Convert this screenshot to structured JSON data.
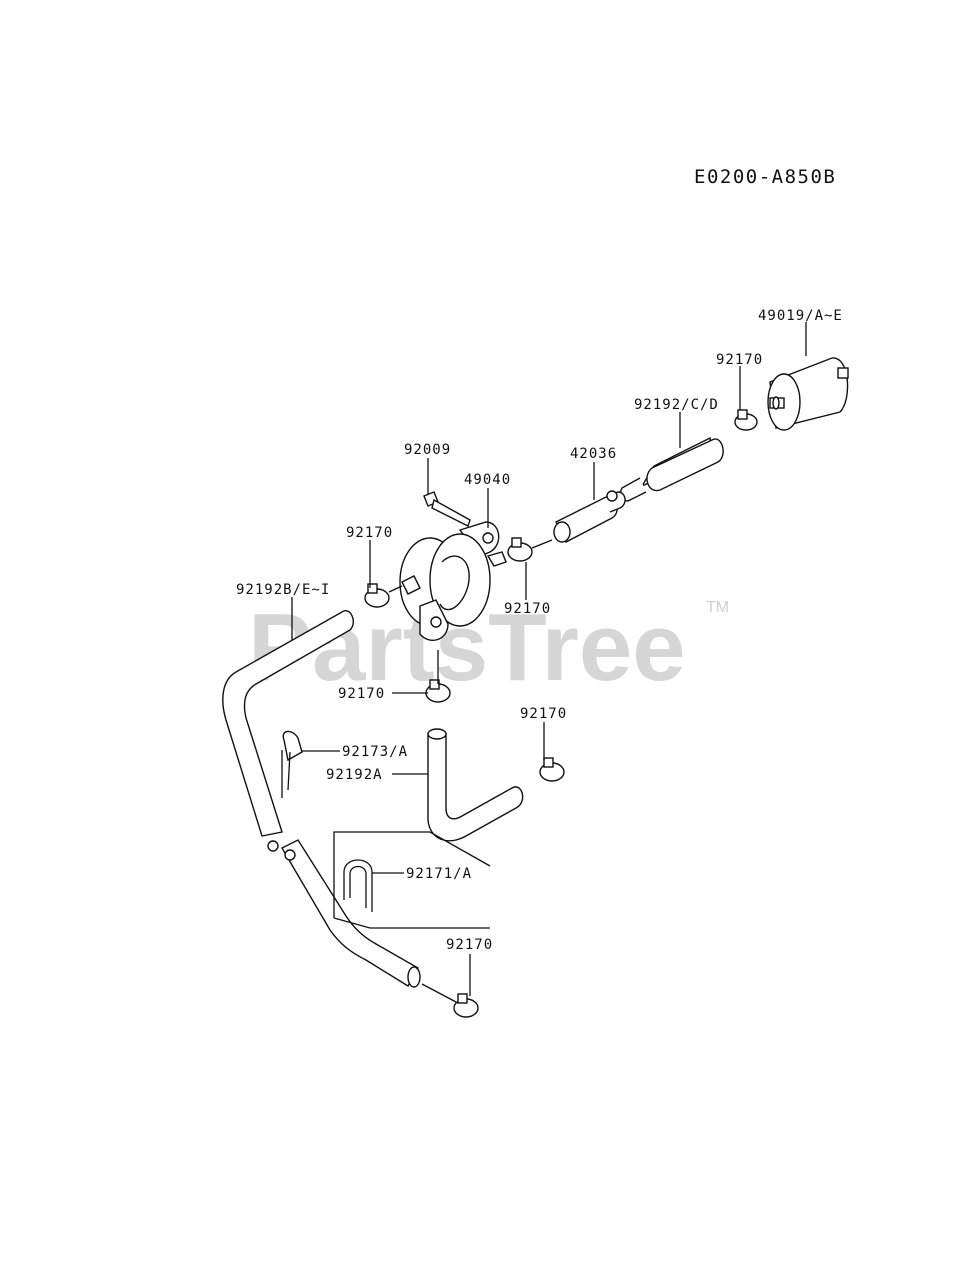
{
  "diagram_code": "E0200-A850B",
  "watermark": {
    "text": "PartsTree",
    "trademark": "TM"
  },
  "labels": {
    "filter": "49019/A~E",
    "clamp_filter": "92170",
    "hose_upper": "92192/C/D",
    "fitting": "42036",
    "bolt": "92009",
    "pump": "49040",
    "clamp_pump_left": "92170",
    "clamp_pump_right": "92170",
    "hose_long": "92192B/E~I",
    "clamp_pump_bottom": "92170",
    "clip": "92173/A",
    "hose_elbow": "92192A",
    "clamp_elbow": "92170",
    "clamp_bracket": "92171/A",
    "clamp_bottom": "92170"
  }
}
